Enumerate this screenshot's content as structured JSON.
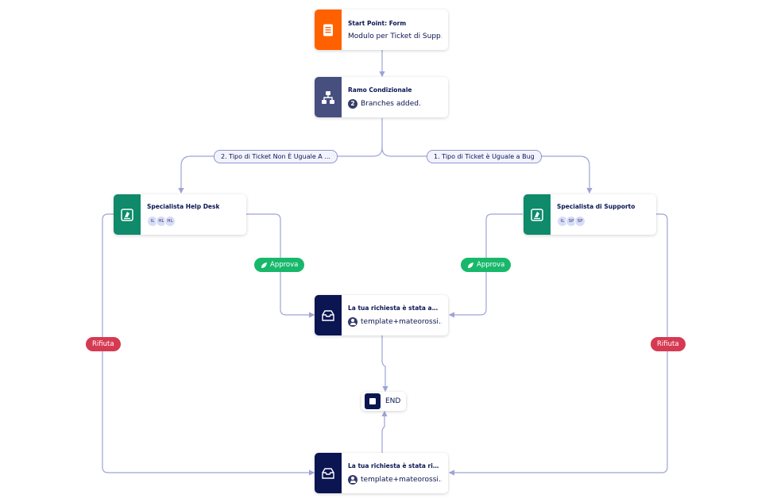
{
  "colors": {
    "form": "#ff6100",
    "branch": "#474f7f",
    "approval": "#0f8a6a",
    "email": "#0a1551",
    "connector": "#9ea4d4",
    "approve_tag": "#18b86b",
    "reject_tag": "#d63a52"
  },
  "nodes": {
    "start": {
      "title": "Start Point: Form",
      "subtitle": "Modulo per Ticket di Supp...",
      "icon": "form-icon"
    },
    "branch": {
      "title": "Ramo Condizionale",
      "count": "2",
      "subtitle": "Branches added.",
      "icon": "branch-icon"
    },
    "helpdesk": {
      "title": "Specialista Help Desk",
      "avatars": [
        "IL",
        "HL",
        "HL"
      ],
      "icon": "approval-icon"
    },
    "supporto": {
      "title": "Specialista di Supporto",
      "avatars": [
        "IL",
        "SP",
        "SP"
      ],
      "icon": "approval-icon"
    },
    "email_approved": {
      "title": "La tua richiesta è stata appro...",
      "recipient": "template+mateorossi...",
      "icon": "email-icon"
    },
    "email_rejected": {
      "title": "La tua richiesta è stata rifiutata",
      "recipient": "template+mateorossi...",
      "icon": "email-icon"
    },
    "end": {
      "label": "END",
      "icon": "stop-icon"
    }
  },
  "branch_labels": {
    "left": "2. Tipo di Ticket Non È Uguale A ...",
    "right": "1. Tipo di Ticket è Uguale a Bug"
  },
  "tags": {
    "approve": "Approva",
    "reject": "Rifiuta"
  }
}
